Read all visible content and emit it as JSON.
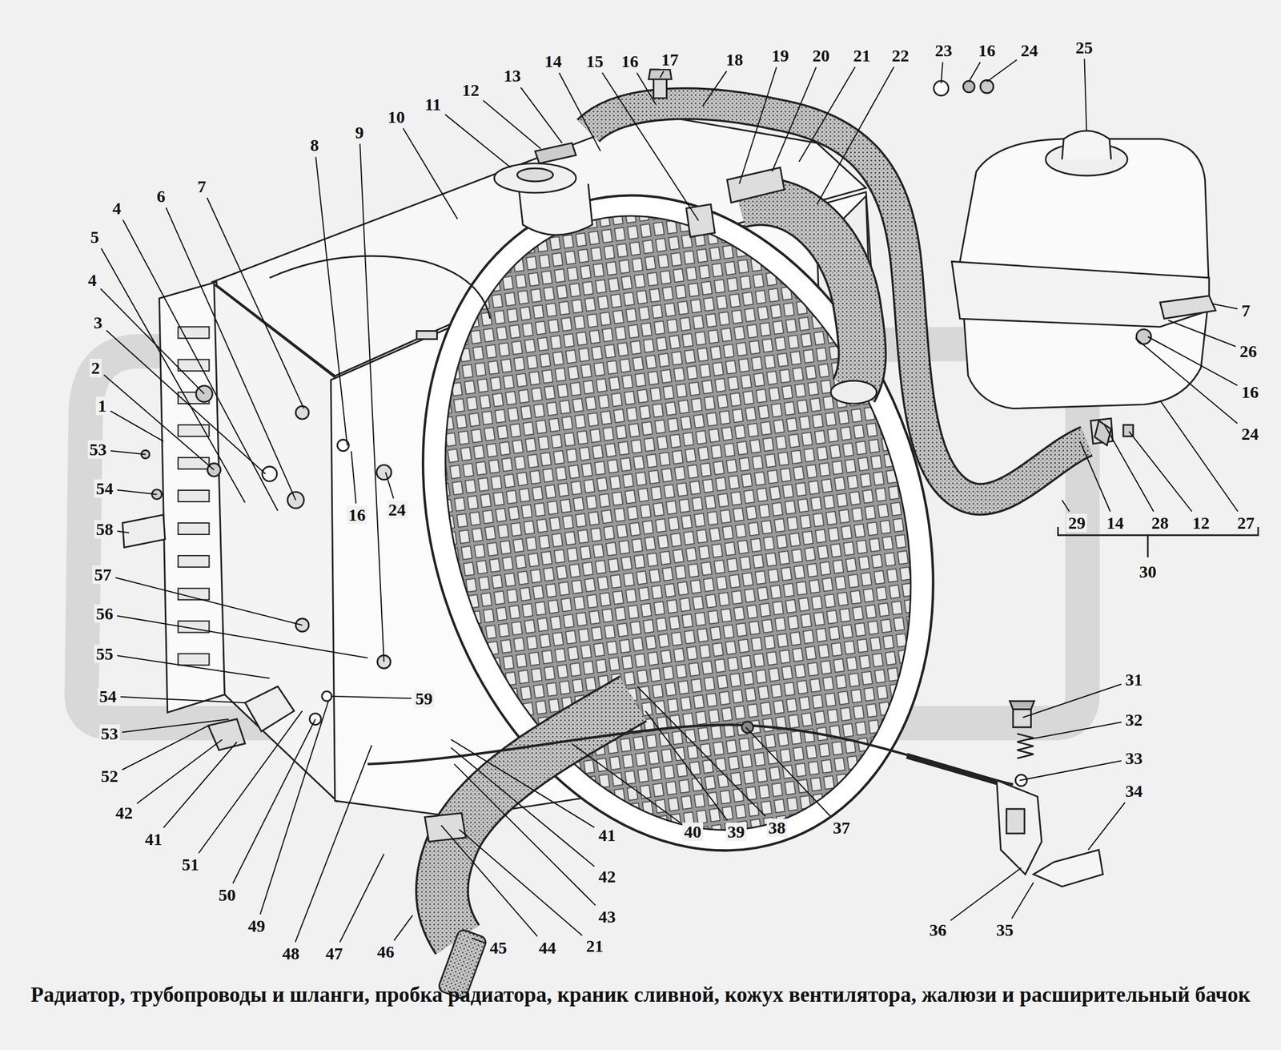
{
  "diagram": {
    "caption": "Радиатор, трубопроводы и шланги, пробка радиатора, краник сливной, кожух вентилятора, жалюзи и расширительный бачок",
    "labels": [
      "14",
      "15",
      "16",
      "17",
      "18",
      "19",
      "20",
      "21",
      "22",
      "23",
      "16",
      "24",
      "25",
      "11",
      "12",
      "13",
      "10",
      "9",
      "8",
      "7",
      "6",
      "4",
      "5",
      "4",
      "3",
      "2",
      "1",
      "53",
      "54",
      "58",
      "57",
      "56",
      "55",
      "54",
      "53",
      "52",
      "42",
      "41",
      "51",
      "50",
      "49",
      "48",
      "47",
      "46",
      "45",
      "44",
      "21",
      "43",
      "42",
      "41",
      "40",
      "39",
      "38",
      "37",
      "16",
      "24",
      "59",
      "7",
      "26",
      "16",
      "24",
      "27",
      "12",
      "28",
      "14",
      "29",
      "30",
      "31",
      "32",
      "33",
      "34",
      "35",
      "36"
    ]
  }
}
